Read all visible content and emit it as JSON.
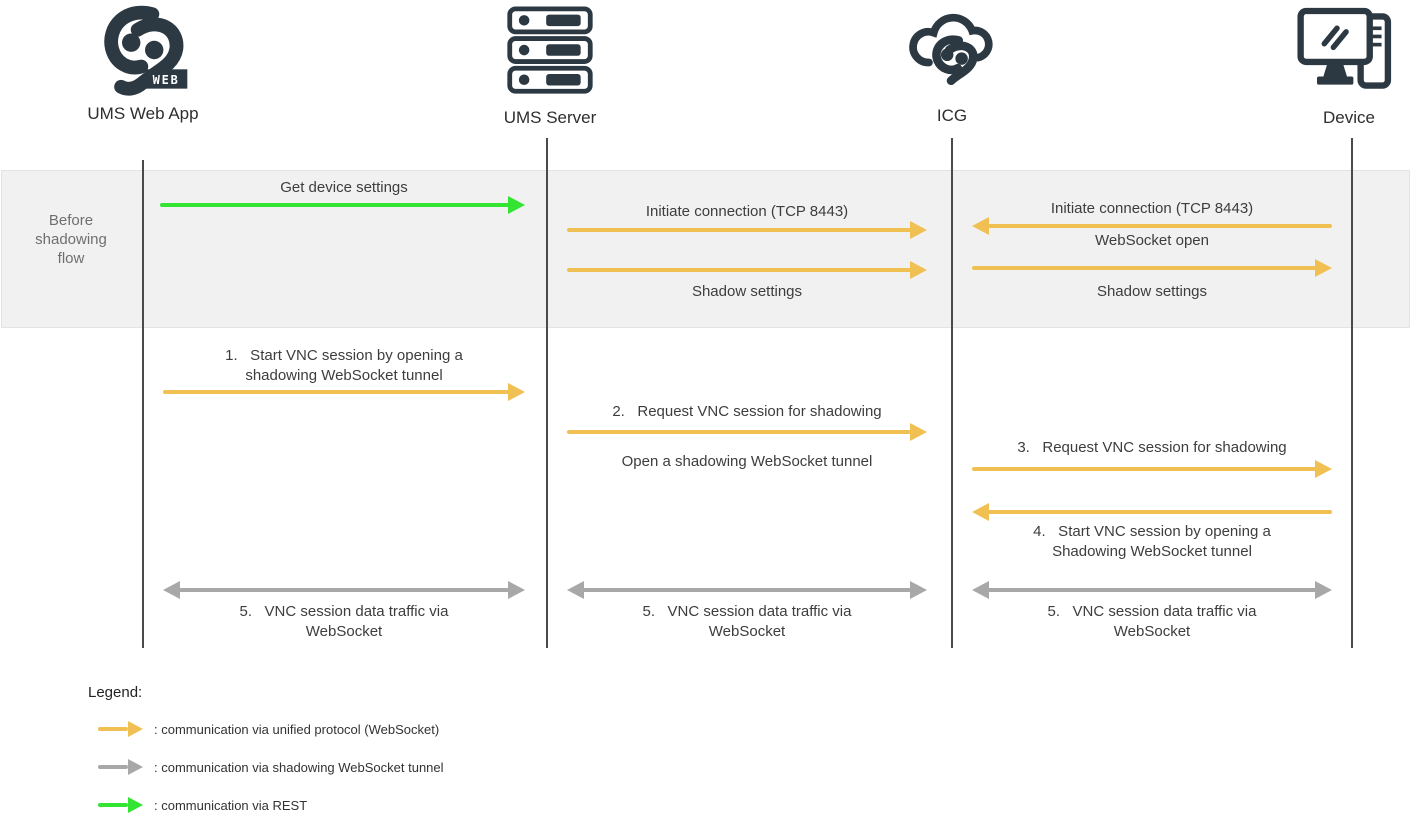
{
  "actors": [
    {
      "id": "ums-web-app",
      "label": "UMS Web App",
      "badge": "WEB"
    },
    {
      "id": "ums-server",
      "label": "UMS Server"
    },
    {
      "id": "icg",
      "label": "ICG"
    },
    {
      "id": "device",
      "label": "Device"
    }
  ],
  "band": {
    "label": "Before\nshadowing\nflow"
  },
  "messages": {
    "get_device_settings": {
      "label": "Get device settings",
      "from": "UMS Web App",
      "to": "UMS Server",
      "protocol": "REST",
      "direction": "right"
    },
    "initiate_ums_icg": {
      "label": "Initiate connection (TCP 8443)",
      "from": "UMS Server",
      "to": "ICG",
      "protocol": "WebSocket",
      "direction": "right"
    },
    "shadow_settings_ums_icg": {
      "label": "Shadow settings",
      "from": "UMS Server",
      "to": "ICG",
      "protocol": "WebSocket",
      "direction": "right"
    },
    "initiate_device_icg": {
      "label": "Initiate connection (TCP 8443)",
      "from": "Device",
      "to": "ICG",
      "protocol": "WebSocket",
      "direction": "left"
    },
    "websocket_open": {
      "label": "WebSocket open",
      "from": "ICG",
      "to": "Device",
      "protocol": "WebSocket",
      "direction": "right"
    },
    "shadow_settings_icg_device": {
      "label": "Shadow settings",
      "from": "ICG",
      "to": "Device",
      "protocol": "WebSocket",
      "direction": "right"
    },
    "step1": {
      "lines": [
        "1.   Start VNC session by opening a",
        "shadowing WebSocket tunnel"
      ],
      "from": "UMS Web App",
      "to": "UMS Server",
      "protocol": "WebSocket",
      "direction": "right"
    },
    "step2": {
      "label": "2.   Request VNC session for shadowing",
      "from": "UMS Server",
      "to": "ICG",
      "protocol": "WebSocket",
      "direction": "right"
    },
    "open_tunnel": {
      "label": "Open a shadowing WebSocket tunnel",
      "from": "UMS Server",
      "to": "ICG"
    },
    "step3": {
      "label": "3.   Request VNC session for shadowing",
      "from": "ICG",
      "to": "Device",
      "protocol": "WebSocket",
      "direction": "right"
    },
    "step4": {
      "lines": [
        "4.   Start VNC session by opening a",
        "Shadowing WebSocket tunnel"
      ],
      "from": "Device",
      "to": "ICG",
      "protocol": "WebSocket",
      "direction": "left"
    },
    "step5_web_ums": {
      "lines": [
        "5.   VNC session data traffic via",
        "WebSocket"
      ],
      "from": "UMS Web App",
      "to": "UMS Server",
      "protocol": "shadowing WebSocket tunnel",
      "direction": "both"
    },
    "step5_ums_icg": {
      "lines": [
        "5.   VNC session data traffic via",
        "WebSocket"
      ],
      "from": "UMS Server",
      "to": "ICG",
      "protocol": "shadowing WebSocket tunnel",
      "direction": "both"
    },
    "step5_icg_device": {
      "lines": [
        "5.   VNC session data traffic via",
        "WebSocket"
      ],
      "from": "ICG",
      "to": "Device",
      "protocol": "shadowing WebSocket tunnel",
      "direction": "both"
    }
  },
  "legend": {
    "title": "Legend:",
    "items": [
      {
        "color": "#F0C152",
        "label": ": communication via unified protocol (WebSocket)"
      },
      {
        "color": "#A8A8A8",
        "label": ": communication via shadowing WebSocket tunnel"
      },
      {
        "color": "#33E433",
        "label": ": communication via REST"
      }
    ]
  },
  "colors": {
    "unified_protocol_arrow": "#F0C152",
    "shadowing_tunnel_arrow": "#A8A8A8",
    "rest_arrow": "#33E433",
    "icon": "#2C3942",
    "band_fill": "#F1F1F2"
  }
}
